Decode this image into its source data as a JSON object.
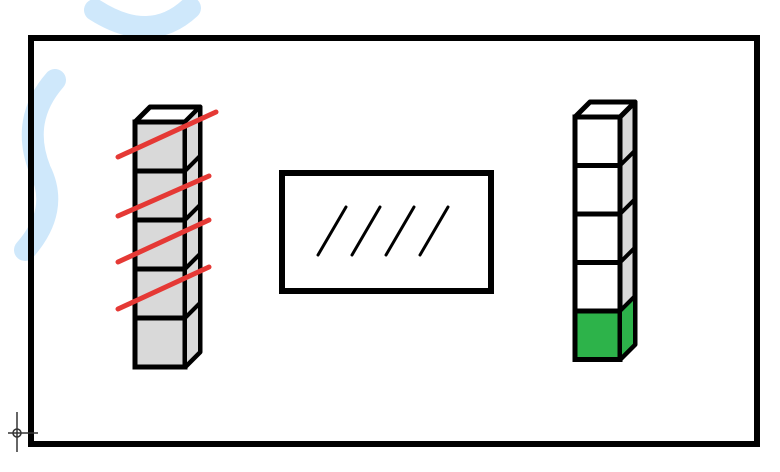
{
  "diagram": {
    "left_stack": {
      "cube_count": 5,
      "crossed_out_count": 4,
      "cube_color": "#d9d9d9",
      "strike_color": "#e53935"
    },
    "tally_box": {
      "tally_mark_count": 4
    },
    "right_stack": {
      "cube_count": 5,
      "filled_count": 1,
      "fill_color": "#2db34a",
      "empty_color": "#ffffff"
    },
    "colors": {
      "outline": "#000000",
      "watermark": "#cfe8fb"
    }
  }
}
